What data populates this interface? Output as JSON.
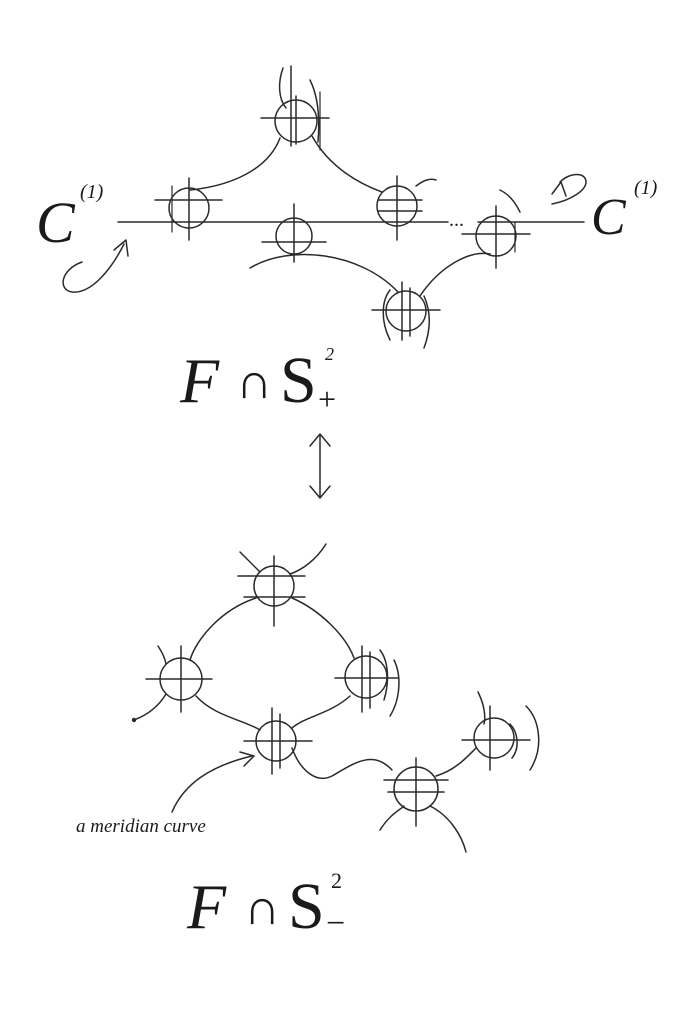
{
  "labels": {
    "c_left_letter": "C",
    "c_left_sup": "(1)",
    "c_right_letter": "C",
    "c_right_sup": "(1)",
    "ellipsis": "...",
    "top_F": "F",
    "top_cap": "∩",
    "top_S": "S",
    "top_sup": "2",
    "top_sub": "+",
    "bottom_F": "F",
    "bottom_cap": "∩",
    "bottom_S": "S",
    "bottom_sup": "2",
    "bottom_sub": "−",
    "annotation": "a meridian curve"
  },
  "icons": {
    "swap": "double-headed-vertical-arrow",
    "rotate_left": "curved-arrow-icon",
    "rotate_right": "curved-arrow-icon"
  },
  "colors": {
    "ink": "#2a2a2a",
    "background": "#ffffff"
  }
}
